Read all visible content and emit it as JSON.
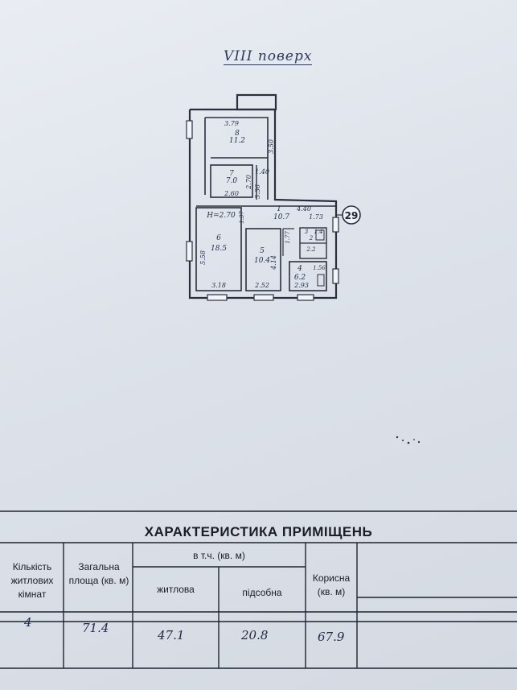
{
  "floor_label": "VIII поверх",
  "plan": {
    "apartment_number": "29",
    "height_note": "H=2.70",
    "rooms": [
      {
        "num": "8",
        "area": "11.2"
      },
      {
        "num": "7",
        "area": "7.0"
      },
      {
        "num": "1",
        "area": "10.7"
      },
      {
        "num": "6",
        "area": "18.5"
      },
      {
        "num": "5",
        "area": "10.4"
      },
      {
        "num": "4",
        "area": "6.2"
      },
      {
        "num": "2",
        "area": "2.2"
      },
      {
        "num": "3",
        "area": "1.4"
      }
    ],
    "dimensions": [
      "3.79",
      "3.50",
      "1.40",
      "2.60",
      "2.70",
      "3.36",
      "1.73",
      "4.40",
      "5.58",
      "3.18",
      "2.52",
      "4.14",
      "2.93",
      "1.56",
      "1.37",
      "1.77"
    ]
  },
  "table": {
    "title": "ХАРАКТЕРИСТИКА ПРИМІЩЕНЬ",
    "col_rooms": "Кількість житлових кімнат",
    "col_total": "Загальна площа (кв. м)",
    "col_incl": "в т.ч. (кв. м)",
    "col_living": "житлова",
    "col_aux": "підсобна",
    "col_useful": "Корисна (кв. м)",
    "values": {
      "rooms": "4",
      "total": "71.4",
      "living": "47.1",
      "aux": "20.8",
      "useful": "67.9"
    }
  }
}
